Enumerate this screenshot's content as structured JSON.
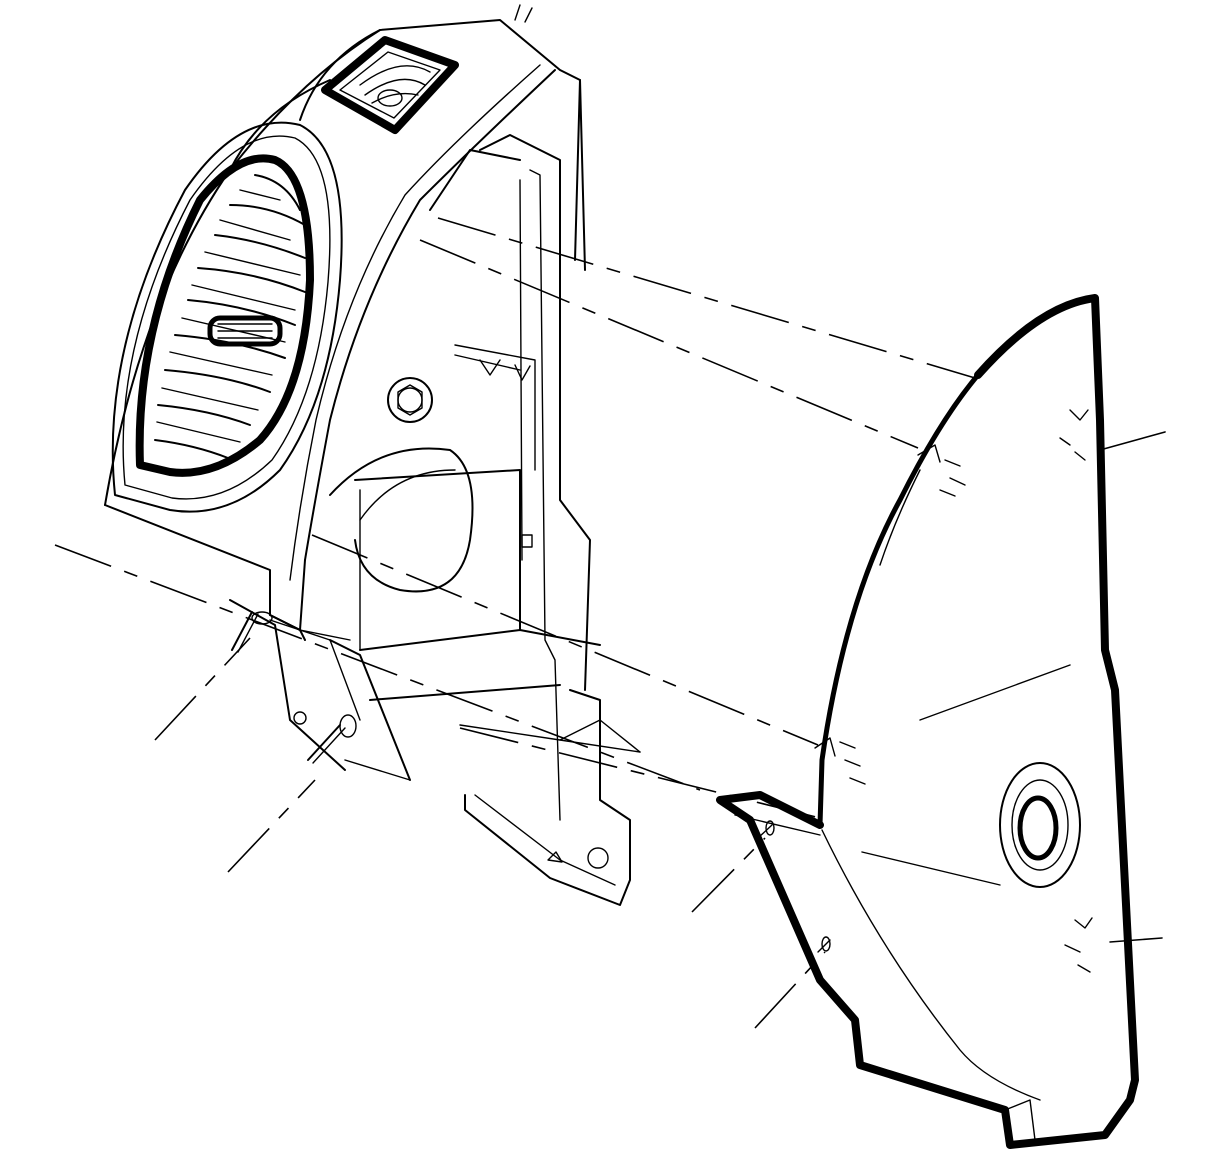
{
  "diagram": {
    "type": "exploded-assembly-line-drawing",
    "colors": {
      "line": "#000000",
      "background": "#ffffff"
    },
    "components": [
      "instrument-panel-vent-housing",
      "air-outlet-louvers",
      "hazard-switch-bezel",
      "mounting-bracket",
      "bracket-bolt",
      "knee-bolster-side-trim-panel",
      "retaining-clips",
      "mounting-screws"
    ]
  }
}
